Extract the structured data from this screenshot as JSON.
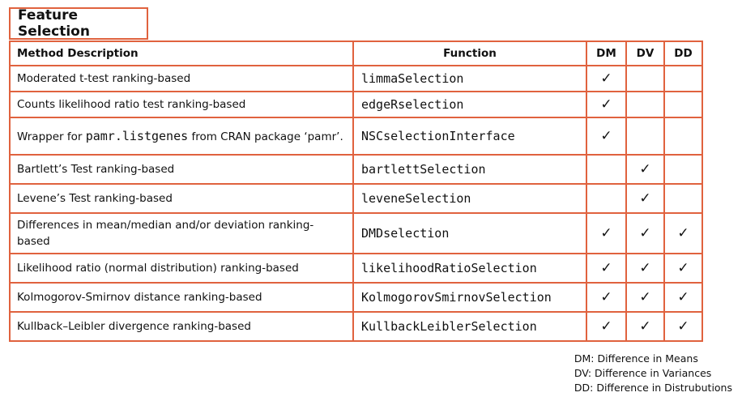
{
  "title": "Feature Selection",
  "table": {
    "headers": {
      "desc": "Method Description",
      "func": "Function",
      "dm": "DM",
      "dv": "DV",
      "dd": "DD"
    },
    "check_symbol": "✓",
    "rows": [
      {
        "desc": "Moderated t-test ranking-based",
        "func": "limmaSelection",
        "dm": true,
        "dv": false,
        "dd": false
      },
      {
        "desc": "Counts likelihood ratio test ranking-based",
        "func": "edgeRselection",
        "dm": true,
        "dv": false,
        "dd": false
      },
      {
        "desc_pre": "Wrapper for ",
        "desc_code": "pamr.listgenes",
        "desc_post": " from CRAN package ‘pamr’.",
        "func": "NSCselectionInterface",
        "dm": true,
        "dv": false,
        "dd": false
      },
      {
        "desc": "Bartlett’s Test ranking-based",
        "func": "bartlettSelection",
        "dm": false,
        "dv": true,
        "dd": false
      },
      {
        "desc": "Levene’s Test ranking-based",
        "func": "leveneSelection",
        "dm": false,
        "dv": true,
        "dd": false
      },
      {
        "desc": "Differences in mean/median and/or deviation ranking-based",
        "func": "DMDselection",
        "dm": true,
        "dv": true,
        "dd": true
      },
      {
        "desc": "Likelihood ratio (normal distribution) ranking-based",
        "func": "likelihoodRatioSelection",
        "dm": true,
        "dv": true,
        "dd": true
      },
      {
        "desc": "Kolmogorov-Smirnov distance ranking-based",
        "func": "KolmogorovSmirnovSelection",
        "dm": true,
        "dv": true,
        "dd": true
      },
      {
        "desc": "Kullback–Leibler divergence ranking-based",
        "func": "KullbackLeiblerSelection",
        "dm": true,
        "dv": true,
        "dd": true
      }
    ]
  },
  "legend": [
    "DM: Difference in Means",
    "DV: Difference in Variances",
    "DD: Difference in Distrubutions"
  ]
}
